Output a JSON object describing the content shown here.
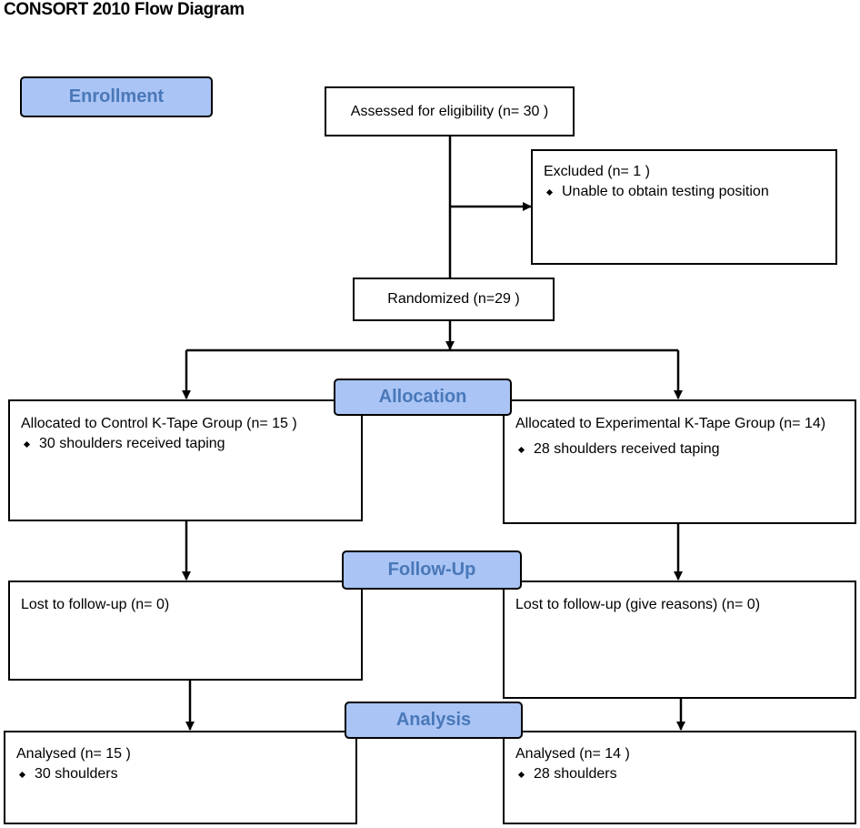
{
  "title": "CONSORT 2010 Flow Diagram",
  "stages": {
    "enrollment": "Enrollment",
    "allocation": "Allocation",
    "follow_up": "Follow-Up",
    "analysis": "Analysis"
  },
  "enrollment": {
    "assessed": "Assessed for eligibility (n= 30 )",
    "excluded_title": "Excluded  (n= 1  )",
    "excluded_reason": "Unable to obtain testing position",
    "randomized": "Randomized (n=29  )"
  },
  "control": {
    "allocated": "Allocated to Control K-Tape Group  (n= 15 )",
    "allocated_detail": "30 shoulders received taping",
    "lost": "Lost to follow-up (n= 0)",
    "analysed": "Analysed  (n= 15 )",
    "analysed_detail": "30 shoulders"
  },
  "experimental": {
    "allocated": "Allocated to Experimental K-Tape Group (n= 14)",
    "allocated_detail": "28 shoulders received taping",
    "lost": "Lost to follow-up (give reasons) (n= 0)",
    "analysed": "Analysed  (n= 14 )",
    "analysed_detail": "28 shoulders"
  },
  "colors": {
    "stage_fill": "#a9c4f5",
    "stage_text": "#4a78b8",
    "line": "#000000"
  }
}
